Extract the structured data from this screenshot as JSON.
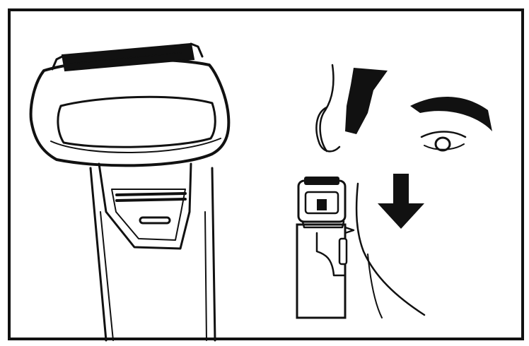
{
  "colors": {
    "ink": "#111111",
    "paper": "#ffffff"
  },
  "figure": {
    "panels": [
      {
        "name": "shaver-closeup"
      },
      {
        "name": "face-sideburn-trim"
      }
    ],
    "arrow": {
      "direction": "down"
    }
  }
}
